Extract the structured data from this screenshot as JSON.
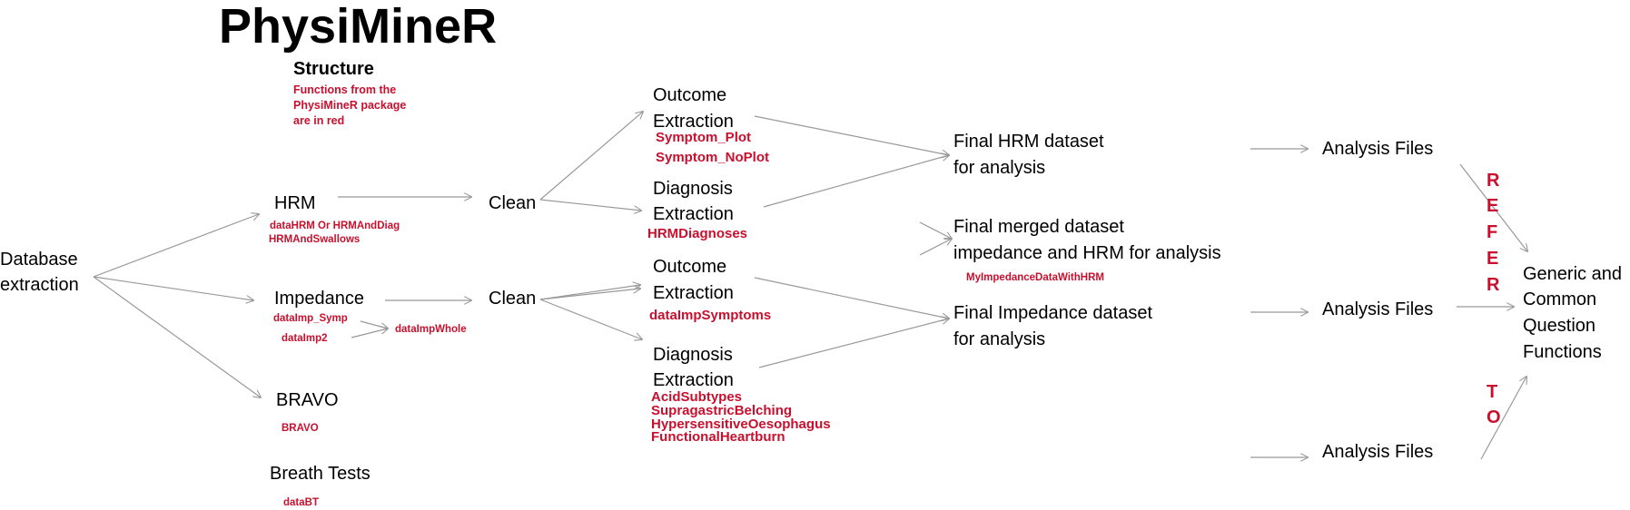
{
  "title": "PhysiMineR",
  "structure": {
    "heading": "Structure",
    "note_lines": [
      "Functions from the",
      "PhysiMineR package",
      "are in red"
    ]
  },
  "database": [
    "Database",
    "extraction"
  ],
  "hrm": {
    "label": "HRM",
    "fn1": "dataHRM   Or   HRMAndDiag",
    "fn2": "HRMAndSwallows"
  },
  "impedance": {
    "label": "Impedance",
    "fn1": "dataImp_Symp",
    "fn2": "dataImp2",
    "fn3": "dataImpWhole"
  },
  "bravo": {
    "label": "BRAVO",
    "fn": "BRAVO"
  },
  "breath": {
    "label": "Breath Tests",
    "fn": "dataBT"
  },
  "clean_hrm": "Clean",
  "clean_imp": "Clean",
  "outcome_hrm": {
    "lines": [
      "Outcome",
      "Extraction"
    ],
    "fn1": "Symptom_Plot",
    "fn2": "Symptom_NoPlot"
  },
  "diagnosis_hrm": {
    "lines": [
      "Diagnosis",
      "Extraction"
    ],
    "fn": "HRMDiagnoses"
  },
  "outcome_imp": {
    "lines": [
      "Outcome",
      "Extraction"
    ],
    "fn": "dataImpSymptoms"
  },
  "diagnosis_imp": {
    "lines": [
      "Diagnosis",
      "Extraction"
    ],
    "fns": [
      "AcidSubtypes",
      "SupragastricBelching",
      "HypersensitiveOesophagus",
      "FunctionalHeartburn"
    ]
  },
  "final_hrm": [
    "Final HRM dataset",
    "for analysis"
  ],
  "final_merged": {
    "lines": [
      "Final merged dataset",
      "impedance and HRM for analysis"
    ],
    "fn": "MyImpedanceDataWithHRM"
  },
  "final_imp": [
    "Final Impedance dataset",
    "for analysis"
  ],
  "analysis": [
    "Analysis Files",
    "Analysis Files",
    "Analysis Files"
  ],
  "generic": [
    "Generic and",
    "Common",
    "Question",
    "Functions"
  ],
  "refer": [
    "R",
    "E",
    "F",
    "E",
    "R"
  ],
  "to": [
    "T",
    "O"
  ],
  "colors": {
    "accent_red": "#c8102e",
    "arrow": "#999999"
  }
}
